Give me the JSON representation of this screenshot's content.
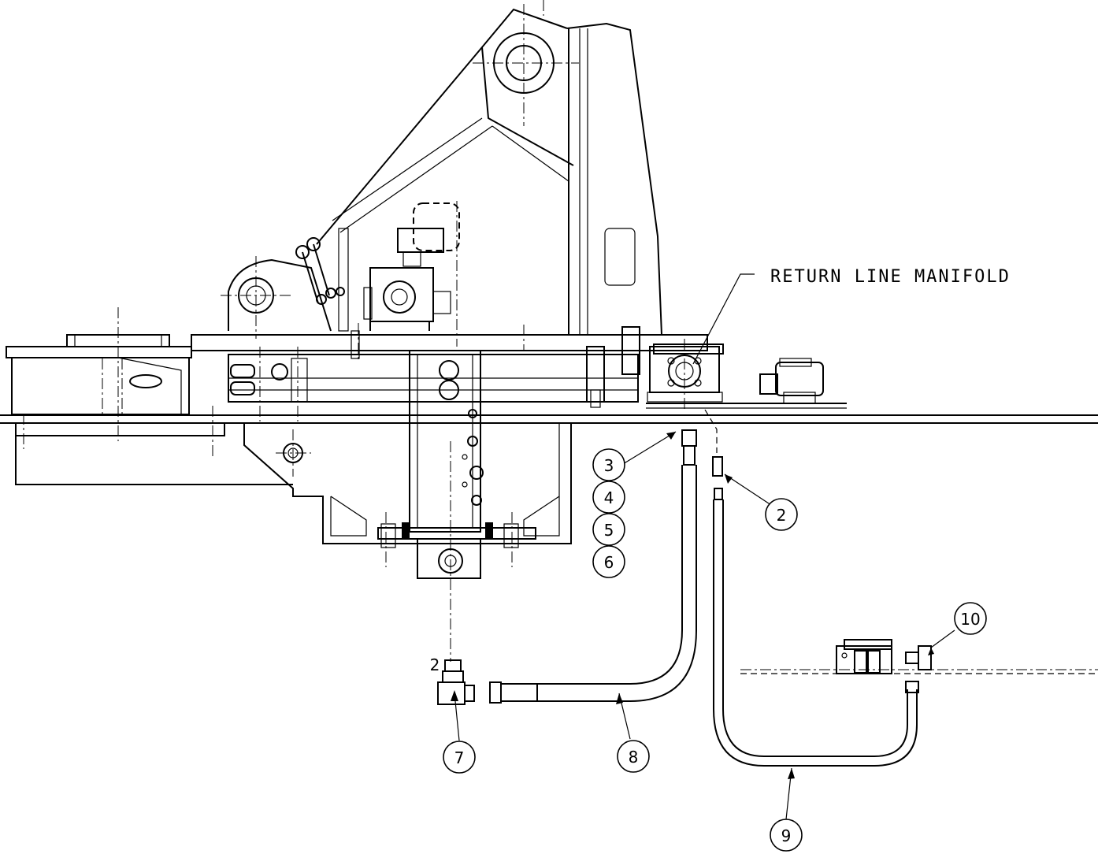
{
  "callout": {
    "return_line_manifold": "RETURN LINE MANIFOLD",
    "qty_2": "2"
  },
  "balloons": {
    "b2": "2",
    "b3": "3",
    "b4": "4",
    "b5": "5",
    "b6": "6",
    "b7": "7",
    "b8": "8",
    "b9": "9",
    "b10": "10"
  }
}
